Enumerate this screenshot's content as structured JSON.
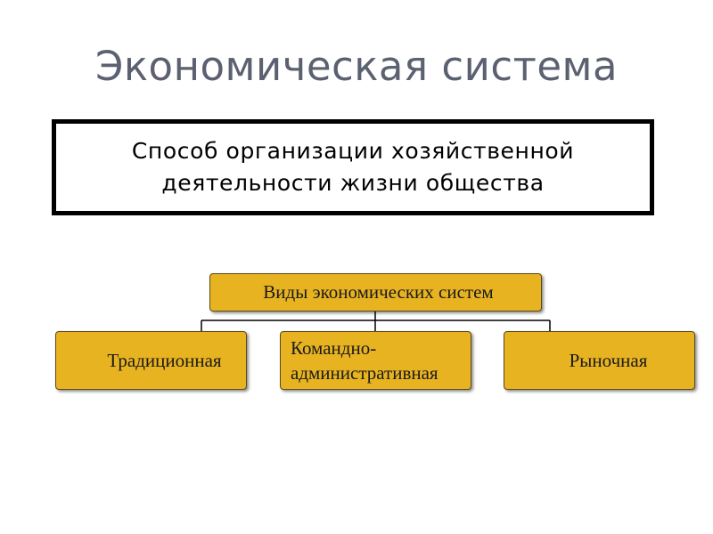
{
  "slide": {
    "title": "Экономическая система",
    "definition_line1": "Способ организации хозяйственной",
    "definition_line2": "деятельности жизни общества"
  },
  "diagram": {
    "root": "Виды экономических систем",
    "children": [
      "Традиционная",
      "Командно-\nадминистративная",
      "Рыночная"
    ]
  },
  "colors": {
    "node_fill": "#e8b321",
    "title": "#5b6170",
    "border": "#000000"
  }
}
